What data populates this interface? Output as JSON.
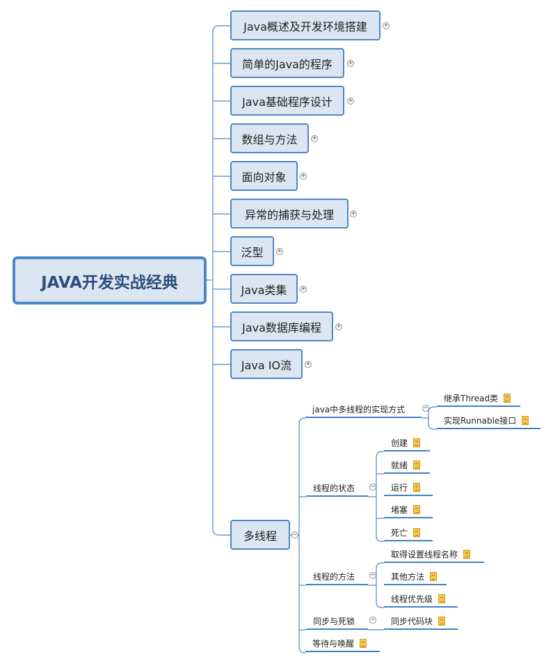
{
  "root": {
    "label": "JAVA开发实战经典"
  },
  "topics": [
    {
      "label": "Java概述及开发环境搭建",
      "expander": "+"
    },
    {
      "label": "简单的Java的程序",
      "expander": "+"
    },
    {
      "label": "Java基础程序设计",
      "expander": "+"
    },
    {
      "label": "数组与方法",
      "expander": "+"
    },
    {
      "label": "面向对象",
      "expander": "+"
    },
    {
      "label": "异常的捕获与处理",
      "expander": "+"
    },
    {
      "label": "泛型",
      "expander": "+"
    },
    {
      "label": "Java类集",
      "expander": "+"
    },
    {
      "label": "Java数据库编程",
      "expander": "+"
    },
    {
      "label": "Java IO流",
      "expander": "+"
    },
    {
      "label": "多线程",
      "expander": "−"
    }
  ],
  "thread": {
    "impl": {
      "label": "java中多线程的实现方式",
      "expander": "−",
      "items": [
        "继承Thread类",
        "实现Runnable接口"
      ]
    },
    "state": {
      "label": "线程的状态",
      "expander": "−",
      "items": [
        "创建",
        "就绪",
        "运行",
        "堵塞",
        "死亡"
      ]
    },
    "method": {
      "label": "线程的方法",
      "expander": "−",
      "items": [
        "取得设置线程名称",
        "其他方法",
        "线程优先级"
      ]
    },
    "sync": {
      "label": "同步与死锁",
      "expander": "−",
      "items": [
        "同步代码块"
      ]
    },
    "wait": {
      "label": "等待与唤醒"
    }
  },
  "icons": {
    "note": "note-icon"
  },
  "colors": {
    "line": "#4f86c6",
    "topic_fill": "#dce6f2",
    "root_border": "#4a86c8"
  }
}
